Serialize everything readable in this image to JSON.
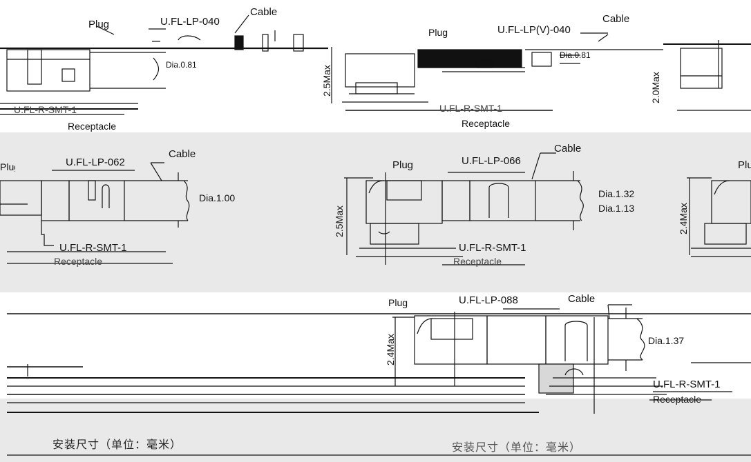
{
  "row1": {
    "left": {
      "plug": "Plug",
      "part": "U.FL-LP-040",
      "cable": "Cable",
      "dia": "Dia.0.81",
      "receptacle_part": "U.FL-R-SMT-1",
      "receptacle": "Receptacle"
    },
    "right": {
      "plug": "Plug",
      "part": "U.FL-LP(V)-040",
      "cable": "Cable",
      "dia": "Dia.0.81",
      "height": "2.5Max",
      "receptacle_part": "U.FL-R-SMT-1",
      "receptacle": "Receptacle"
    },
    "edge_height": "2.0Max"
  },
  "row2": {
    "left": {
      "plug": "Plug",
      "part": "U.FL-LP-062",
      "cable": "Cable",
      "dia": "Dia.1.00",
      "receptacle_part": "U.FL-R-SMT-1",
      "receptacle": "Receptacle"
    },
    "middle": {
      "plug": "Plug",
      "part": "U.FL-LP-066",
      "cable": "Cable",
      "dia1": "Dia.1.32",
      "dia2": "Dia.1.13",
      "height": "2.5Max",
      "receptacle_part": "U.FL-R-SMT-1",
      "receptacle": "Receptacle"
    },
    "right": {
      "plug": "Plug",
      "height": "2.4Max"
    }
  },
  "row3": {
    "plug": "Plug",
    "part": "U.FL-LP-088",
    "cable": "Cable",
    "dia": "Dia.1.37",
    "height": "2.4Max",
    "receptacle_part": "U.FL-R-SMT-1",
    "receptacle": "Receptacle"
  },
  "footer": {
    "left": "安装尺寸（单位：毫米）",
    "right": "安装尺寸（单位：毫米）"
  },
  "colors": {
    "band": "#e8e8e8",
    "line": "#111111",
    "background": "#ffffff"
  }
}
